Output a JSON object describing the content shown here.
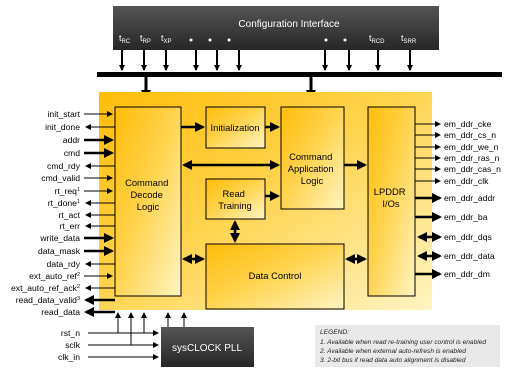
{
  "config_interface": {
    "title": "Configuration Interface",
    "timing_params": [
      {
        "base": "t",
        "sub": "RC"
      },
      {
        "base": "t",
        "sub": "RP"
      },
      {
        "base": "t",
        "sub": "XP"
      },
      {
        "base": "t",
        "sub": "RCD"
      },
      {
        "base": "t",
        "sub": "SRR"
      }
    ]
  },
  "blocks": {
    "command_decode": [
      "Command",
      "Decode",
      "Logic"
    ],
    "initialization": "Initialization",
    "command_application": [
      "Command",
      "Application",
      "Logic"
    ],
    "read_training": [
      "Read",
      "Training"
    ],
    "data_control": "Data Control",
    "lpddr_ios": [
      "LPDDR",
      "I/Os"
    ],
    "pll": "sysCLOCK PLL"
  },
  "left_signals": [
    {
      "name": "init_start",
      "sup": ""
    },
    {
      "name": "init_done",
      "sup": ""
    },
    {
      "name": "addr",
      "sup": ""
    },
    {
      "name": "cmd",
      "sup": ""
    },
    {
      "name": "cmd_rdy",
      "sup": ""
    },
    {
      "name": "cmd_valid",
      "sup": ""
    },
    {
      "name": "rt_req",
      "sup": "1"
    },
    {
      "name": "rt_done",
      "sup": "1"
    },
    {
      "name": "rt_act",
      "sup": ""
    },
    {
      "name": "rt_err",
      "sup": ""
    },
    {
      "name": "write_data",
      "sup": ""
    },
    {
      "name": "data_mask",
      "sup": ""
    },
    {
      "name": "data_rdy",
      "sup": ""
    },
    {
      "name": "ext_auto_ref",
      "sup": "2"
    },
    {
      "name": "ext_auto_ref_ack",
      "sup": "2"
    },
    {
      "name": "read_data_valid",
      "sup": "3"
    },
    {
      "name": "read_data",
      "sup": ""
    }
  ],
  "right_signals": [
    "em_ddr_cke",
    "em_ddr_cs_n",
    "em_ddr_we_n",
    "em_ddr_ras_n",
    "em_ddr_cas_n",
    "em_ddr_clk",
    "em_ddr_addr",
    "em_ddr_ba",
    "em_ddr_dqs",
    "em_ddr_data",
    "em_ddr_dm"
  ],
  "clock_signals": [
    "rst_n",
    "sclk",
    "clk_in"
  ],
  "legend": {
    "title": "LEGEND:",
    "items": [
      "1. Available when read re-training user control is enabled",
      "2. Available when external auto-refresh is enabled",
      "3. 2-bit bus if read data auto alignment is disabled"
    ]
  },
  "colors": {
    "core_gradient_start": "#ffc20e",
    "core_gradient_end": "#fdf1b0",
    "config_bar": "#3d3d3d",
    "line": "#000000"
  }
}
